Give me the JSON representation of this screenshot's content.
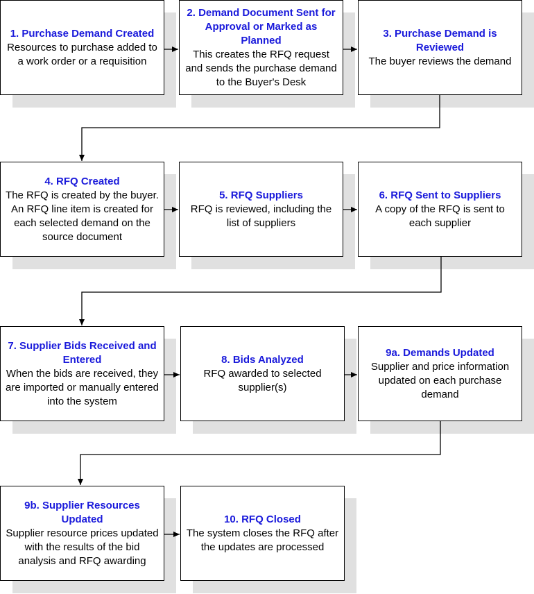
{
  "colors": {
    "title": "#1a1adb",
    "text": "#000000",
    "shadow": "#e0e0e0",
    "line": "#000000"
  },
  "steps": [
    {
      "title": "1. Purchase Demand Created",
      "description": "Resources to purchase added to a work order or a requisition"
    },
    {
      "title": "2. Demand Document Sent for Approval or Marked as Planned",
      "description": "This creates the RFQ request and sends the purchase demand to the Buyer's Desk"
    },
    {
      "title": "3. Purchase Demand is Reviewed",
      "description": "The buyer reviews the demand"
    },
    {
      "title": "4. RFQ Created",
      "description": "The RFQ is created by the buyer. An RFQ line item is created for each selected demand on the source document"
    },
    {
      "title": "5. RFQ Suppliers",
      "description": "RFQ  is reviewed, including the list of suppliers"
    },
    {
      "title": "6. RFQ Sent to Suppliers",
      "description": "A copy of the RFQ is sent to each supplier"
    },
    {
      "title": "7. Supplier Bids Received and Entered",
      "description": "When the bids are received, they are imported or manually entered into the system"
    },
    {
      "title": "8. Bids Analyzed",
      "description": "RFQ awarded to selected supplier(s)"
    },
    {
      "title": "9a. Demands Updated",
      "description": "Supplier and price information updated on each purchase demand"
    },
    {
      "title": "9b. Supplier Resources Updated",
      "description": "Supplier resource prices updated with the results of the bid analysis and RFQ awarding"
    },
    {
      "title": "10. RFQ Closed",
      "description": "The system closes the RFQ after the updates are processed"
    }
  ]
}
